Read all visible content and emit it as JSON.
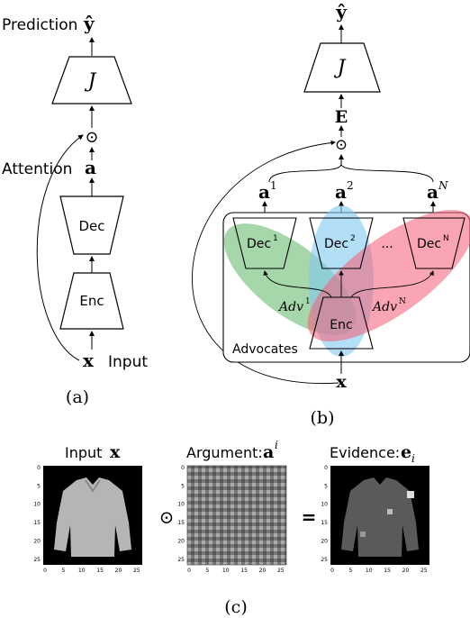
{
  "panel_a": {
    "prediction_label": "Prediction",
    "prediction_symbol": "ŷ",
    "j_label": "J",
    "odot_symbol": "⊙",
    "attention_label": "Attention",
    "a_symbol": "a",
    "dec_label": "Dec",
    "enc_label": "Enc",
    "x_symbol": "x",
    "input_label": "Input",
    "caption": "(a)"
  },
  "panel_b": {
    "y_symbol": "ŷ",
    "j_label": "J",
    "e_symbol": "E",
    "odot_symbol": "⊙",
    "a1_base": "a",
    "a1_sup": "1",
    "a2_base": "a",
    "a2_sup": "2",
    "aN_base": "a",
    "aN_sup": "N",
    "dec1_base": "Dec",
    "dec1_sup": "1",
    "dec2_base": "Dec",
    "dec2_sup": "2",
    "ellipsis": "...",
    "decN_base": "Dec",
    "decN_sup": "N",
    "adv1_base": "Adv",
    "adv1_sup": "1",
    "advN_base": "Adv",
    "advN_sup": "N",
    "enc_label": "Enc",
    "advocates_label": "Advocates",
    "x_symbol": "x",
    "caption": "(b)",
    "colors": {
      "green": "#6dbf78",
      "blue": "#7fc8f0",
      "pink": "#f5647c"
    }
  },
  "panel_c": {
    "input_title": "Input",
    "input_symbol": "x",
    "argument_title": "Argument:",
    "argument_base": "a",
    "argument_sup": "i",
    "evidence_title": "Evidence:",
    "evidence_base": "e",
    "evidence_sub": "i",
    "odot_symbol": "⊙",
    "equals_symbol": "=",
    "y_ticks": [
      "0",
      "5",
      "10",
      "15",
      "20",
      "25"
    ],
    "x_ticks": [
      "0",
      "5",
      "10",
      "15",
      "20",
      "25"
    ],
    "caption": "(c)"
  }
}
